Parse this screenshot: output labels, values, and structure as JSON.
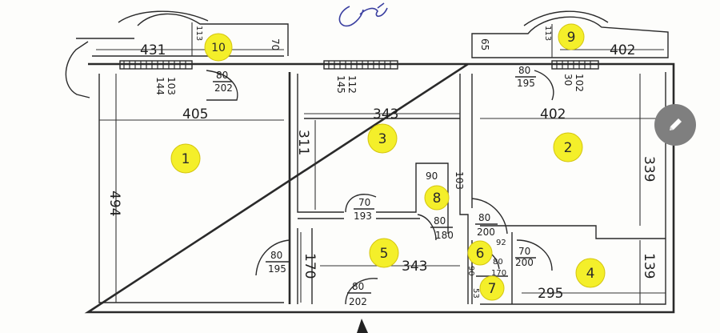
{
  "rooms": [
    {
      "id": "1"
    },
    {
      "id": "2"
    },
    {
      "id": "3"
    },
    {
      "id": "4"
    },
    {
      "id": "5"
    },
    {
      "id": "6"
    },
    {
      "id": "7"
    },
    {
      "id": "8"
    },
    {
      "id": "9"
    },
    {
      "id": "10"
    }
  ],
  "dimensions": {
    "balcony_left_width": "431",
    "balcony_left_depth": "113",
    "balcony_left_side": "70",
    "balcony_right_left": "65",
    "balcony_right_depth": "113",
    "balcony_right_width": "402",
    "room1_width": "405",
    "room1_height": "494",
    "room3_width": "343",
    "room3_height": "311",
    "room2_width": "402",
    "room2_height": "339",
    "room5_width": "343",
    "room5_height": "170",
    "room4_width": "295",
    "room4_height": "139"
  },
  "openings": {
    "window_room1_top": "144",
    "window_room1_bottom": "103",
    "door_balcony_left_top": "80",
    "door_balcony_left_bottom": "202",
    "window_room3_top": "145",
    "window_room3_bottom": "112",
    "door_balcony_right_top": "80",
    "door_balcony_right_bottom": "195",
    "window_room2_top": "30",
    "window_room2_bottom": "102",
    "door_room3_top": "70",
    "door_room3_bottom": "193",
    "closet8_top": "90",
    "closet8_side": "103",
    "door_closet8_top": "80",
    "door_closet8_bottom": "180",
    "door_room2_top": "80",
    "door_room2_bottom": "200",
    "door_room1_top": "80",
    "door_room1_bottom": "195",
    "door_entrance_top": "80",
    "door_entrance_bottom": "202",
    "door_room4_top": "70",
    "door_room4_bottom": "200",
    "bath6_side": "92",
    "door_bath6_top": "80",
    "door_bath6_bottom": "170",
    "bath7_left": "90",
    "bath7_bottom": "53"
  },
  "colors": {
    "badge_fill": "#f4ef2a",
    "fab_background": "#7f7f7f",
    "signature_ink": "#3a3fa0"
  },
  "icons": {
    "fab": "pencil-icon"
  }
}
